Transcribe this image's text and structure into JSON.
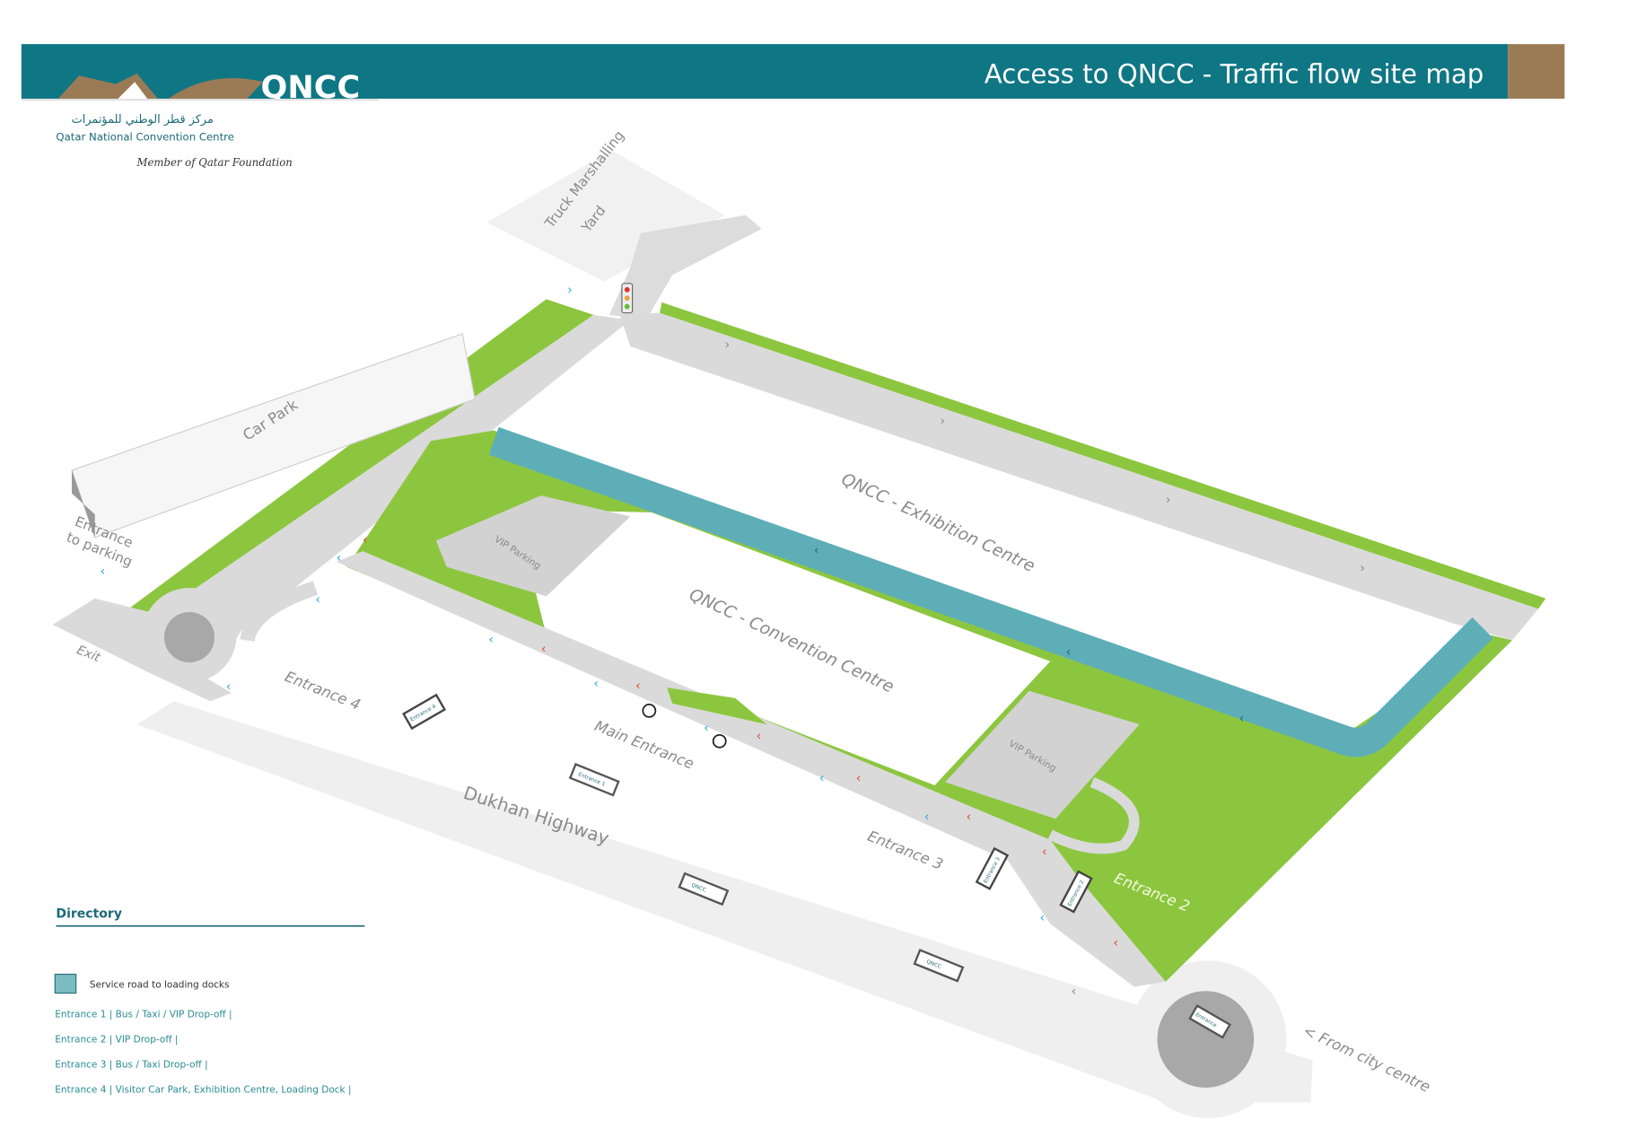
{
  "header": {
    "title": "Access to QNCC - Traffic flow site map",
    "logo_text": "QNCC",
    "org_arabic": "مركز قطر الوطني للمؤتمرات",
    "org_name": "Qatar National Convention Centre",
    "member_of": "Member of Qatar Foundation"
  },
  "map": {
    "labels": {
      "truck_yard_line1": "Truck Marshalling",
      "truck_yard_line2": "Yard",
      "car_park": "Car Park",
      "entrance_parking_line1": "Entrance",
      "entrance_parking_line2": "to parking",
      "exit": "Exit",
      "exhibition_centre": "QNCC - Exhibition Centre",
      "convention_centre": "QNCC - Convention Centre",
      "vip_parking_1": "VIP Parking",
      "vip_parking_2": "VIP Parking",
      "entrance_4": "Entrance 4",
      "main_entrance": "Main Entrance",
      "entrance_3": "Entrance 3",
      "entrance_2": "Entrance 2",
      "dukhan_highway": "Dukhan Highway",
      "from_city_centre": "< From city centre"
    },
    "signs": [
      "Entrance 4",
      "Entrance 1",
      "QNCC",
      "QNCC",
      "Entrance 3",
      "Entrance 2",
      "Entrance"
    ],
    "colors": {
      "header_teal": "#0f7684",
      "header_brown": "#9a7b55",
      "green": "#8cc63f",
      "service_road": "#5eaeb8",
      "road": "#dadada",
      "highway": "#efefef",
      "arrow_blue": "#2fa8d8",
      "arrow_red": "#e0473a"
    }
  },
  "directory": {
    "title": "Directory",
    "legend_service_road": "Service road to loading docks",
    "entries": [
      "Entrance 1  | Bus / Taxi / VIP Drop-off |",
      "Entrance 2  | VIP Drop-off |",
      "Entrance 3  | Bus / Taxi Drop-off |",
      "Entrance 4  | Visitor Car Park, Exhibition Centre, Loading Dock |"
    ]
  }
}
